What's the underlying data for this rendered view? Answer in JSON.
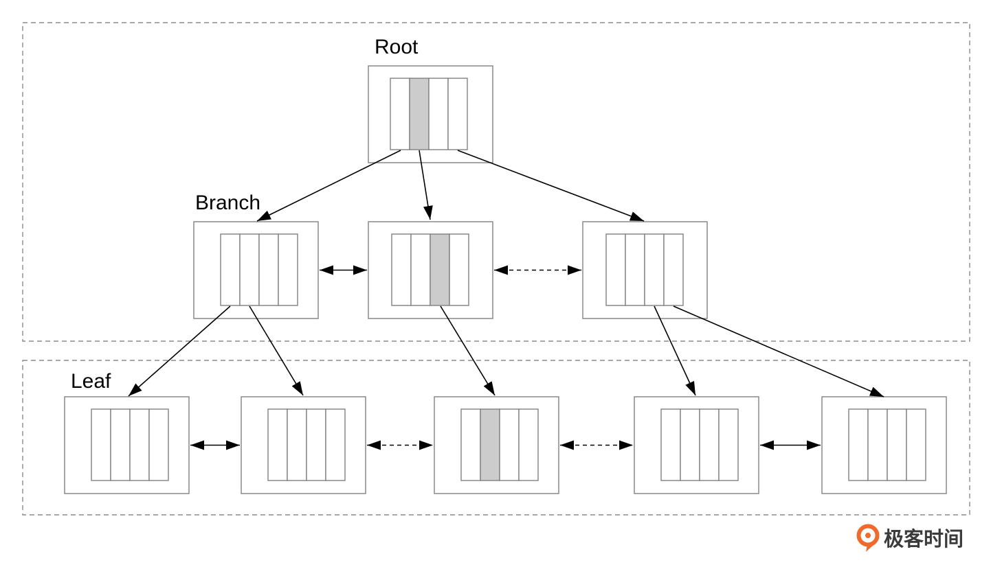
{
  "labels": {
    "root": "Root",
    "branch": "Branch",
    "leaf": "Leaf"
  },
  "brand": {
    "text": "极客时间",
    "logo_icon": "geektime-logo-icon",
    "logo_color": "#f06a2d"
  },
  "colors": {
    "highlight": "#cccccc",
    "node_border": "#808080",
    "region_border": "#8a8a8a",
    "arrow": "#000000"
  },
  "diagram": {
    "nodes": [
      {
        "id": "root",
        "level": "root",
        "slots": 4,
        "highlight": 1
      },
      {
        "id": "branch-1",
        "level": "branch",
        "slots": 4,
        "highlight": null
      },
      {
        "id": "branch-2",
        "level": "branch",
        "slots": 4,
        "highlight": 2
      },
      {
        "id": "branch-3",
        "level": "branch",
        "slots": 4,
        "highlight": null
      },
      {
        "id": "leaf-1",
        "level": "leaf",
        "slots": 4,
        "highlight": null
      },
      {
        "id": "leaf-2",
        "level": "leaf",
        "slots": 4,
        "highlight": null
      },
      {
        "id": "leaf-3",
        "level": "leaf",
        "slots": 4,
        "highlight": 1
      },
      {
        "id": "leaf-4",
        "level": "leaf",
        "slots": 4,
        "highlight": null
      },
      {
        "id": "leaf-5",
        "level": "leaf",
        "slots": 4,
        "highlight": null
      }
    ],
    "edges": [
      {
        "from": "root",
        "to": "branch-1"
      },
      {
        "from": "root",
        "to": "branch-2"
      },
      {
        "from": "root",
        "to": "branch-3"
      },
      {
        "from": "branch-1",
        "to": "leaf-1"
      },
      {
        "from": "branch-1",
        "to": "leaf-2"
      },
      {
        "from": "branch-2",
        "to": "leaf-3"
      },
      {
        "from": "branch-3",
        "to": "leaf-4"
      },
      {
        "from": "branch-3",
        "to": "leaf-5"
      }
    ],
    "sibling_links": [
      {
        "between": [
          "branch-1",
          "branch-2"
        ],
        "style": "solid"
      },
      {
        "between": [
          "branch-2",
          "branch-3"
        ],
        "style": "dashed"
      },
      {
        "between": [
          "leaf-1",
          "leaf-2"
        ],
        "style": "solid"
      },
      {
        "between": [
          "leaf-2",
          "leaf-3"
        ],
        "style": "dashed"
      },
      {
        "between": [
          "leaf-3",
          "leaf-4"
        ],
        "style": "dashed"
      },
      {
        "between": [
          "leaf-4",
          "leaf-5"
        ],
        "style": "solid"
      }
    ]
  }
}
